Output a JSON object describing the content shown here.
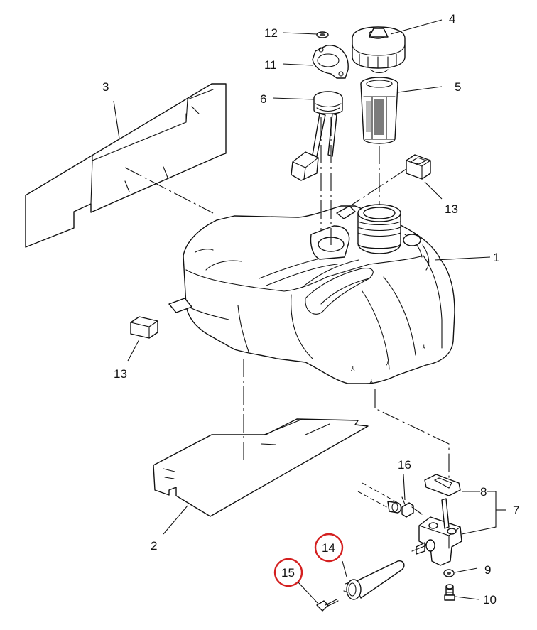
{
  "accent_color": "#d42020",
  "callouts": [
    {
      "id": "1",
      "label": "1"
    },
    {
      "id": "2",
      "label": "2"
    },
    {
      "id": "3",
      "label": "3"
    },
    {
      "id": "4",
      "label": "4"
    },
    {
      "id": "5",
      "label": "5"
    },
    {
      "id": "6",
      "label": "6"
    },
    {
      "id": "7",
      "label": "7"
    },
    {
      "id": "8",
      "label": "8"
    },
    {
      "id": "9",
      "label": "9"
    },
    {
      "id": "10",
      "label": "10"
    },
    {
      "id": "11",
      "label": "11"
    },
    {
      "id": "12",
      "label": "12"
    },
    {
      "id": "13a",
      "label": "13"
    },
    {
      "id": "13b",
      "label": "13"
    },
    {
      "id": "14",
      "label": "14",
      "highlighted": true
    },
    {
      "id": "15",
      "label": "15",
      "highlighted": true
    },
    {
      "id": "16",
      "label": "16"
    }
  ]
}
